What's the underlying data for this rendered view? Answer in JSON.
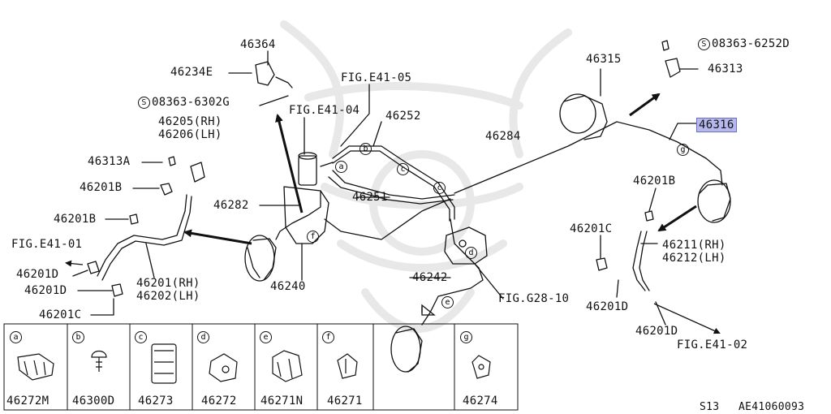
{
  "callouts": {
    "p46364": "46364",
    "p46234E": "46234E",
    "p08363_6302G": "08363-6302G",
    "p46205": "46205(RH)",
    "p46206": "46206(LH)",
    "p46313A": "46313A",
    "p46201B_a": "46201B",
    "p46201B_b": "46201B",
    "fig_e41_01": "FIG.E41-01",
    "p46201D_a": "46201D",
    "p46201D_b": "46201D",
    "p46201C_a": "46201C",
    "p46201": "46201(RH)",
    "p46202": "46202(LH)",
    "fig_e41_05": "FIG.E41-05",
    "fig_e41_04": "FIG.E41-04",
    "p46252": "46252",
    "p46284": "46284",
    "p46282": "46282",
    "p46251": "46251",
    "p46240": "46240",
    "p46242": "46242",
    "fig_g28_10": "FIG.G28-10",
    "p46315": "46315",
    "p08363_6252D": "08363-6252D",
    "p46313": "46313",
    "p46316": "46316",
    "p46201B_c": "46201B",
    "p46201C_b": "46201C",
    "p46211": "46211(RH)",
    "p46212": "46212(LH)",
    "p46201D_c": "46201D",
    "p46201D_d": "46201D",
    "fig_e41_02": "FIG.E41-02"
  },
  "s_marks": {
    "s1": "S",
    "s2": "S"
  },
  "letters": {
    "a": "a",
    "b": "b",
    "c": "c",
    "d": "d",
    "e": "e",
    "f": "f",
    "g": "g"
  },
  "legend": [
    {
      "letter": "a",
      "part": "46272M"
    },
    {
      "letter": "b",
      "part": "46300D"
    },
    {
      "letter": "c",
      "part": "46273"
    },
    {
      "letter": "d",
      "part": "46272"
    },
    {
      "letter": "e",
      "part": "46271N"
    },
    {
      "letter": "f",
      "part": "46271"
    },
    {
      "letter": "g",
      "part": "46274"
    }
  ],
  "footer": {
    "code": "S13",
    "id": "AE41060093"
  },
  "colors": {
    "highlight": "#b7b9ee",
    "ink": "#111111",
    "watermark": "#e6e6e6"
  }
}
